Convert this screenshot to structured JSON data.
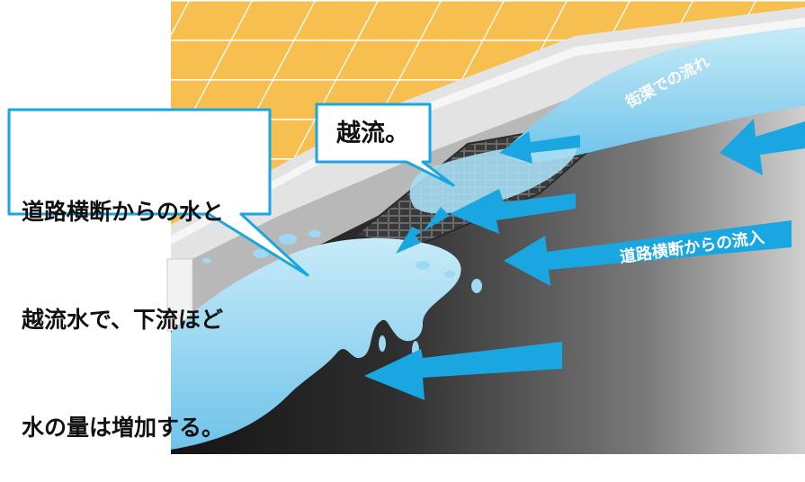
{
  "callouts": {
    "left": {
      "lines": [
        "道路横断からの水と",
        "越流水で、下流ほど",
        "水の量は増加する。"
      ]
    },
    "top": {
      "text": "越流。"
    }
  },
  "labels": {
    "gutter_flow": "街渠での流れ",
    "road_inflow": "道路横断からの流入"
  },
  "colors": {
    "water": "#8fd0ee",
    "water_light": "#c7ebf8",
    "arrow": "#1aa6e0",
    "tile": "#f7bf4f",
    "curb": "#e2e2e2",
    "road_dark": "#1b1b1b",
    "road_light": "#c8c8c8",
    "grate": "#3c3c3c"
  }
}
